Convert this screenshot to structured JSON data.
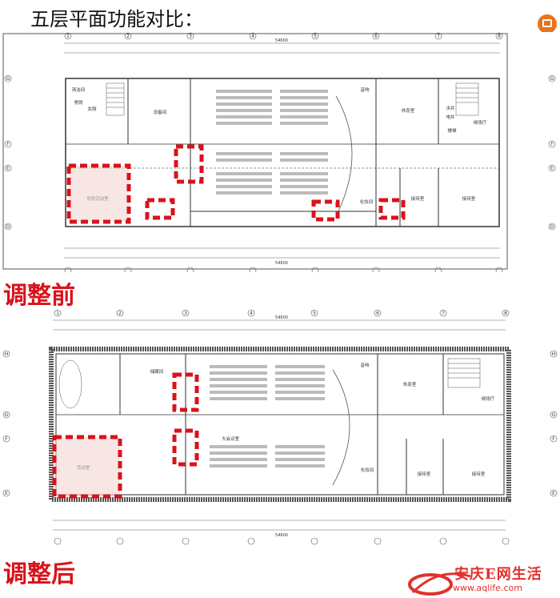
{
  "title": "五层平面功能对比：",
  "label_before": "调整前",
  "label_after": "调整后",
  "watermark": {
    "brand": "安庆E网生活",
    "url": "www.aqlife.com"
  },
  "colors": {
    "highlight": "#d9121b",
    "line": "#333333",
    "accent": "#e8741e"
  },
  "plan_before": {
    "dim_total": "54600",
    "axes_top": [
      "1",
      "2",
      "3",
      "4",
      "5",
      "6",
      "7",
      "8"
    ],
    "axes_side": [
      "G",
      "F",
      "E",
      "D"
    ],
    "rooms": [
      "清洁间",
      "男厕",
      "女厕",
      "设备间",
      "党员活动室",
      "音响",
      "休息室",
      "水井",
      "电井",
      "楼梯",
      "候场厅",
      "接待室",
      "接待室",
      "化妆间"
    ]
  },
  "plan_after": {
    "dim_total": "54600",
    "axes_top": [
      "1",
      "2",
      "3",
      "4",
      "5",
      "6",
      "7",
      "8"
    ],
    "axes_side": [
      "H",
      "G",
      "F",
      "E"
    ],
    "rooms": [
      "储藏间",
      "活动室",
      "大会议室",
      "音响",
      "休息室",
      "候场厅",
      "化妆间",
      "接待室",
      "接待室"
    ]
  }
}
